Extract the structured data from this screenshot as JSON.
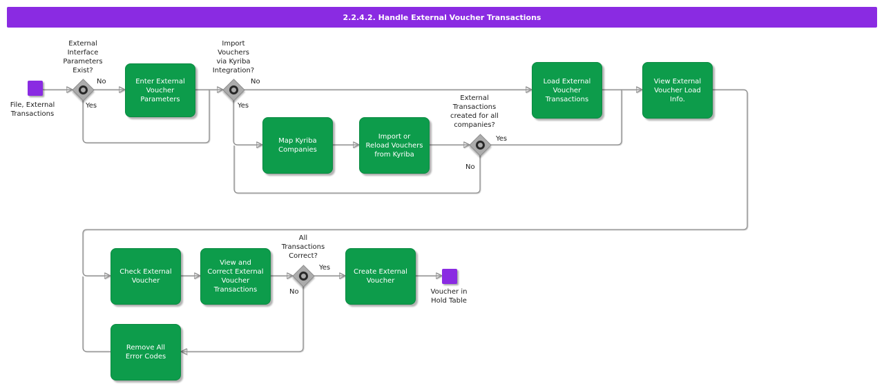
{
  "title_bar": {
    "text": "2.2.4.2. Handle External Voucher Transactions"
  },
  "colors": {
    "title_purple": "#8A2BE2",
    "terminal_purple": "#8A2BE2",
    "activity_green": "#0D9C4B",
    "diamond_gray": "#ACACAC",
    "connector_gray": "#8f8f8f"
  },
  "start": {
    "label": "File, External\nTransactions"
  },
  "end": {
    "label": "Voucher in\nHold Table"
  },
  "decisions": {
    "d1": {
      "question": "External\nInterface\nParameters\nExist?",
      "yes": "Yes",
      "no": "No"
    },
    "d2": {
      "question": "Import\nVouchers\nvia Kyriba\nIntegration?",
      "yes": "Yes",
      "no": "No"
    },
    "d3": {
      "question": "External\nTransactions\ncreated for all\ncompanies?",
      "yes": "Yes",
      "no": "No"
    },
    "d4": {
      "question": "All\nTransactions\nCorrect?",
      "yes": "Yes",
      "no": "No"
    }
  },
  "activities": {
    "enter_params": "Enter External\nVoucher\nParameters",
    "map_kyriba": "Map Kyriba\nCompanies",
    "import_reload": "Import or\nReload Vouchers\nfrom Kyriba",
    "load_transactions": "Load External\nVoucher\nTransactions",
    "view_load_info": "View External\nVoucher Load\nInfo.",
    "check_voucher": "Check External\nVoucher",
    "view_correct": "View and\nCorrect External\nVoucher\nTransactions",
    "create_voucher": "Create External\nVoucher",
    "remove_errors": "Remove All\nError Codes"
  }
}
